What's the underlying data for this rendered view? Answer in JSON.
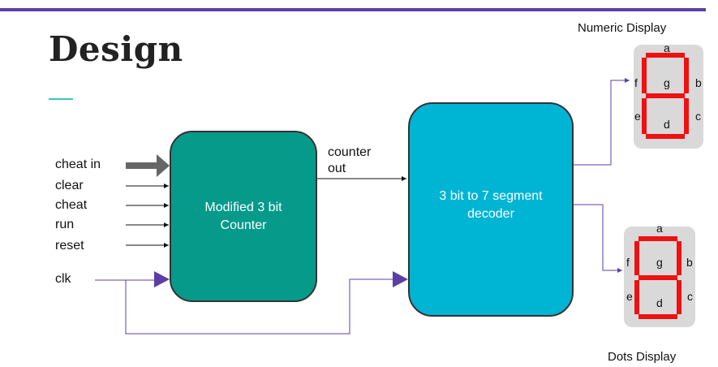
{
  "title": "Design",
  "inputs": {
    "cheat_in": "cheat in",
    "clear": "clear",
    "cheat": "cheat",
    "run": "run",
    "reset": "reset",
    "clk": "clk"
  },
  "counter_block": {
    "line1": "Modified 3 bit",
    "line2": "Counter"
  },
  "counter_out": {
    "line1": "counter",
    "line2": "out"
  },
  "decoder_block": {
    "line1": "3 bit to 7 segment",
    "line2": "decoder"
  },
  "numeric_display": {
    "label": "Numeric Display",
    "segments": {
      "a": "a",
      "b": "b",
      "c": "c",
      "d": "d",
      "e": "e",
      "f": "f",
      "g": "g"
    }
  },
  "dots_display": {
    "label": "Dots Display",
    "segments": {
      "a": "a",
      "b": "b",
      "c": "c",
      "d": "d",
      "e": "e",
      "f": "f",
      "g": "g"
    }
  },
  "colors": {
    "counter": "#069a8b",
    "decoder": "#00b4d4",
    "wire": "#5b3fa6",
    "segment": "#ee1111",
    "topbar": "#5b3fa6"
  }
}
